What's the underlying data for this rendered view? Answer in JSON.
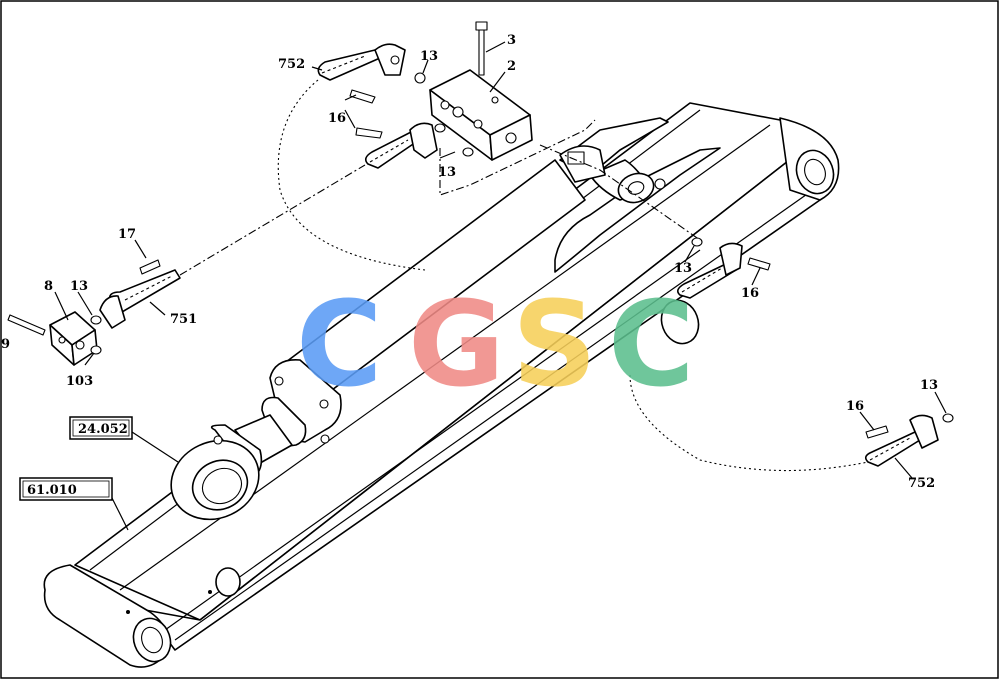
{
  "callouts": [
    {
      "id": "c3",
      "text": "3"
    },
    {
      "id": "c2",
      "text": "2"
    },
    {
      "id": "c752a",
      "text": "752"
    },
    {
      "id": "c13a",
      "text": "13"
    },
    {
      "id": "c16a",
      "text": "16"
    },
    {
      "id": "c13b",
      "text": "13"
    },
    {
      "id": "c17",
      "text": "17"
    },
    {
      "id": "c8",
      "text": "8"
    },
    {
      "id": "c13c",
      "text": "13"
    },
    {
      "id": "c751",
      "text": "751"
    },
    {
      "id": "c9",
      "text": "9"
    },
    {
      "id": "c103",
      "text": "103"
    },
    {
      "id": "c13d",
      "text": "13"
    },
    {
      "id": "c16b",
      "text": "16"
    },
    {
      "id": "c13e",
      "text": "13"
    },
    {
      "id": "c16c",
      "text": "16"
    },
    {
      "id": "c752b",
      "text": "752"
    }
  ],
  "ref_boxes": [
    {
      "id": "r24052",
      "text": "24.052"
    },
    {
      "id": "r61010",
      "text": "61.010"
    }
  ],
  "watermark": {
    "letters": [
      "C",
      "G",
      "S",
      "C"
    ],
    "colors": [
      "#5b9cf5",
      "#f08a86",
      "#f7d05a",
      "#5cbf8e"
    ]
  }
}
